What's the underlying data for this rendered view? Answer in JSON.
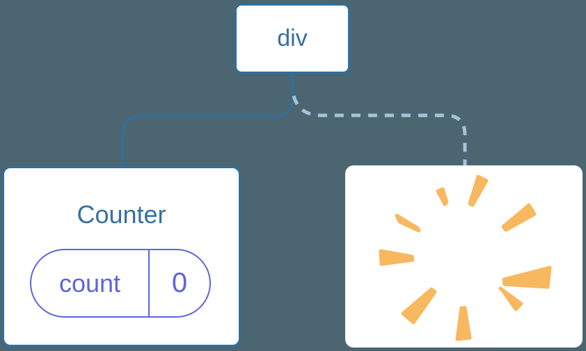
{
  "diagram": {
    "description": "React render tree diagram: div root keeps Counter child, second child removed",
    "root": {
      "label": "div"
    },
    "counter": {
      "title": "Counter",
      "state": {
        "name": "count",
        "value": "0"
      }
    },
    "removed": {
      "icon": "poof-icon"
    },
    "links": [
      {
        "type": "solid",
        "from": "div",
        "to": "Counter"
      },
      {
        "type": "dashed",
        "from": "div",
        "to": "removed-node"
      }
    ],
    "colors": {
      "background": "#4B6670",
      "node_border_blue": "#2F6F9E",
      "node_text_blue": "#35719F",
      "dashed_link": "#A5C3D8",
      "state_accent_indigo": "#5E64DC",
      "poof_orange": "#F8B860",
      "node_fill": "#FFFFFF"
    }
  }
}
